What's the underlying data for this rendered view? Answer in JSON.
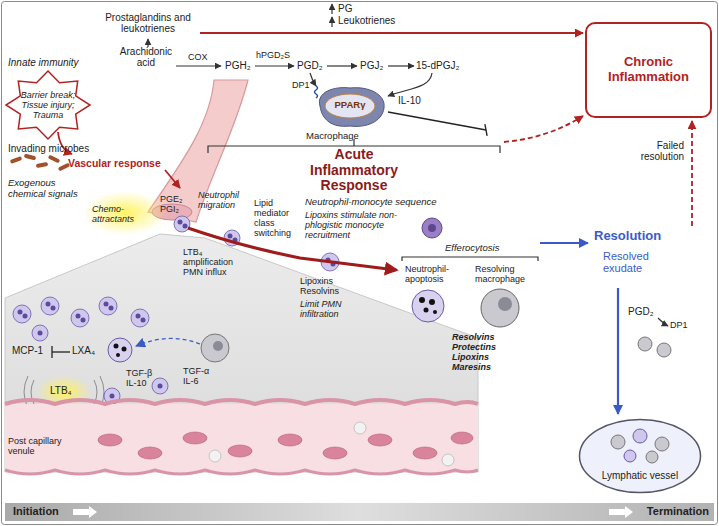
{
  "diagram": {
    "nodes": [
      {
        "text": [
          "Chronic Inflammation"
        ]
      },
      {
        "text": [
          "Barrier break; Tissue injury; Trauma"
        ]
      },
      {
        "text": [
          "Macrophage",
          "PPARγ"
        ]
      },
      {
        "text": [
          "Lymphatic vessel"
        ]
      },
      {
        "text": [
          "Initiation",
          "Termination"
        ]
      }
    ],
    "labels": [
      "PG",
      "Leukotrienes",
      "Prostaglandins and leukotrienes",
      "Arachidonic acid",
      "COX",
      "PGH₂",
      "hPGD₂S",
      "PGD₂",
      "PGJ₂",
      "15-dPGJ₂",
      "DP1",
      "IL-10",
      "Innate immunity",
      "Failed resolution",
      "Invading microbes",
      "Vascular response",
      "Exogenous chemical signals",
      "Acute Inflammatory Response",
      "PGE₂ PGI₂",
      "Chemo-attractants",
      "Neutrophil migration",
      "Neutrophil-monocyte sequence",
      "Lipid mediator class switching",
      "Lipoxins stimulate non-phlogistic monocyte recruitment",
      "Efferocytosis",
      "LTB₄ amplification PMN influx",
      "Lipoxins Resolvins",
      "Limit PMN infiltration",
      "Neutrophil-apoptosis",
      "Resolving macrophage",
      "Resolution",
      "Resolved exudate",
      "Resolvins Protectins Lipoxins Maresins",
      "PGD₂",
      "DP1",
      "MCP-1",
      "LXA₄",
      "LTB₄",
      "TGF-β IL-10",
      "TGF-α IL-6",
      "Post capillary venule"
    ]
  }
}
